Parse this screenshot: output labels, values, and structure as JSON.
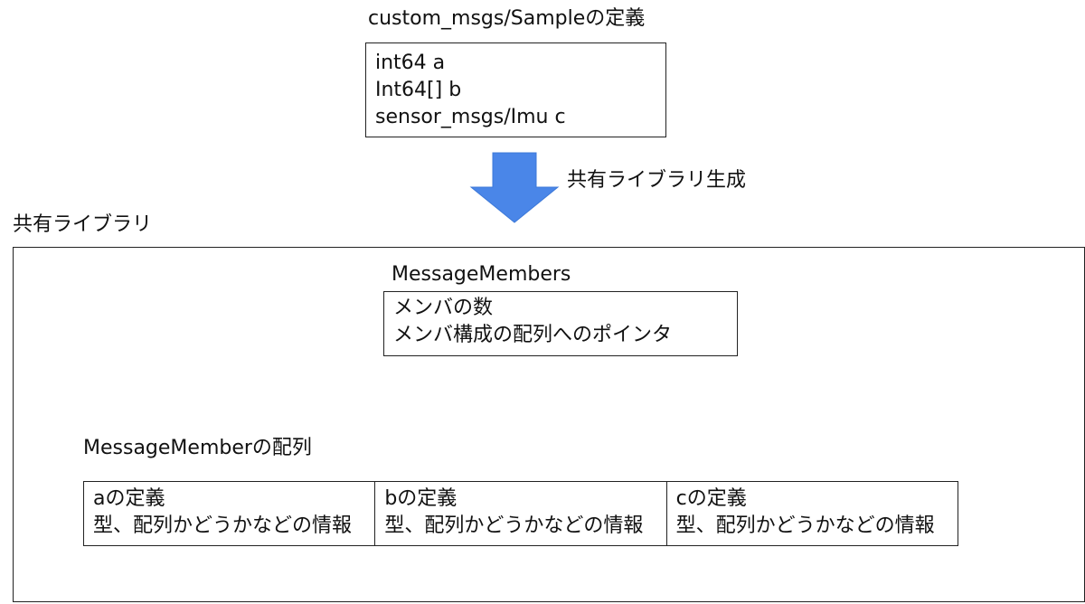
{
  "definition": {
    "title": "custom_msgs/Sampleの定義",
    "lines": [
      "int64 a",
      "Int64[] b",
      "sensor_msgs/Imu c"
    ]
  },
  "generation": {
    "label": "共有ライブラリ生成",
    "arrow_color": "#4a86e8"
  },
  "library": {
    "title": "共有ライブラリ",
    "message_members": {
      "title": "MessageMembers",
      "lines": [
        "メンバの数",
        "メンバ構成の配列へのポインタ"
      ]
    },
    "member_array": {
      "title": "MessageMemberの配列",
      "cells": [
        {
          "line1": "aの定義",
          "line2": "型、配列かどうかなどの情報"
        },
        {
          "line1": "bの定義",
          "line2": "型、配列かどうかなどの情報"
        },
        {
          "line1": "cの定義",
          "line2": "型、配列かどうかなどの情報"
        }
      ]
    }
  }
}
